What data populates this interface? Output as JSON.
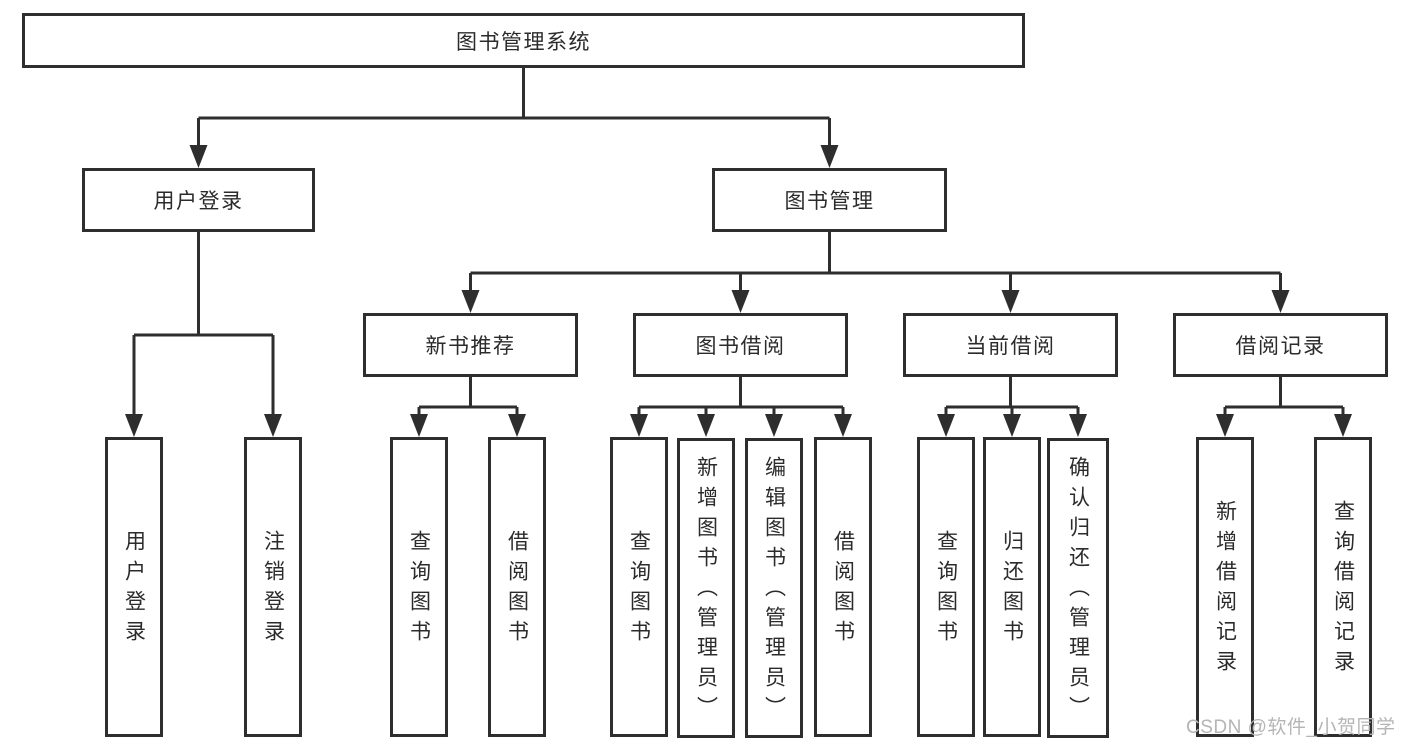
{
  "tree": {
    "label": "图书管理系统",
    "children": [
      {
        "label": "用户登录",
        "children": [
          {
            "label": "用户登录"
          },
          {
            "label": "注销登录"
          }
        ]
      },
      {
        "label": "图书管理",
        "children": [
          {
            "label": "新书推荐",
            "children": [
              {
                "label": "查询图书"
              },
              {
                "label": "借阅图书"
              }
            ]
          },
          {
            "label": "图书借阅",
            "children": [
              {
                "label": "查询图书"
              },
              {
                "label": "新增图书（管理员）"
              },
              {
                "label": "编辑图书（管理员）"
              },
              {
                "label": "借阅图书"
              }
            ]
          },
          {
            "label": "当前借阅",
            "children": [
              {
                "label": "查询图书"
              },
              {
                "label": "归还图书"
              },
              {
                "label": "确认归还（管理员）"
              }
            ]
          },
          {
            "label": "借阅记录",
            "children": [
              {
                "label": "新增借阅记录"
              },
              {
                "label": "查询借阅记录"
              }
            ]
          }
        ]
      }
    ]
  },
  "watermark": {
    "text": "CSDN @软件_小贺同学"
  },
  "colors": {
    "line": "#2e2e2e",
    "text": "#2b2b2b",
    "watermark": "#b5b5b5",
    "background": "#ffffff"
  }
}
